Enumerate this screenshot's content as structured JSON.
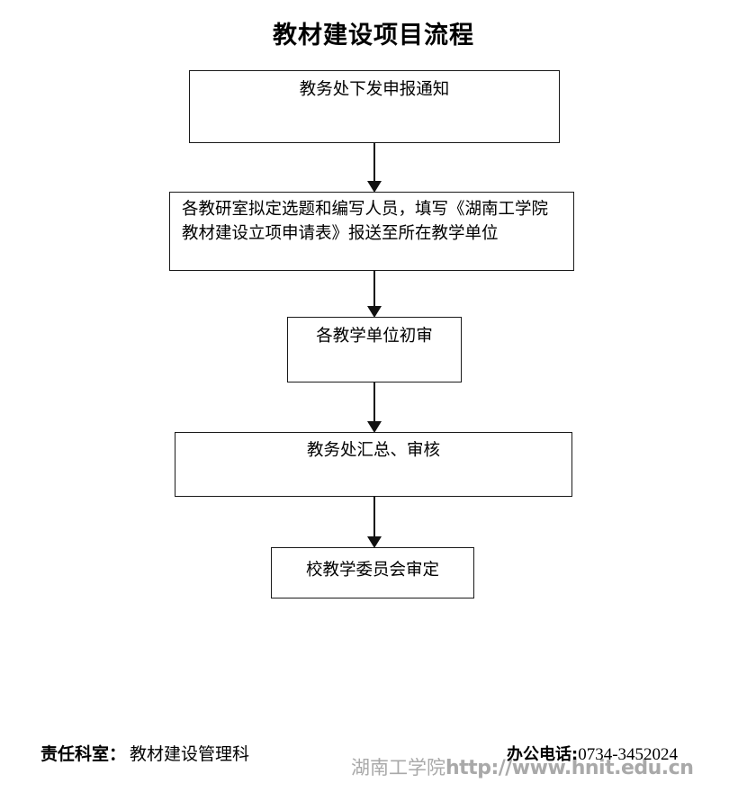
{
  "document": {
    "title": "教材建设项目流程"
  },
  "flowchart": {
    "type": "flowchart",
    "orientation": "top-to-bottom",
    "steps": [
      {
        "id": "step-1",
        "text": "教务处下发申报通知",
        "align": "center"
      },
      {
        "id": "step-2",
        "text": "各教研室拟定选题和编写人员，填写《湖南工学院\n教材建设立项申请表》报送至所在教学单位",
        "align": "left"
      },
      {
        "id": "step-3",
        "text": "各教学单位初审",
        "align": "center"
      },
      {
        "id": "step-4",
        "text": "教务处汇总、审核",
        "align": "center"
      },
      {
        "id": "step-5",
        "text": "校教学委员会审定",
        "align": "center"
      }
    ],
    "connectors": [
      {
        "id": "conn-1",
        "from": "step-1",
        "to": "step-2",
        "icon": "down-arrow-icon"
      },
      {
        "id": "conn-2",
        "from": "step-2",
        "to": "step-3",
        "icon": "down-arrow-icon"
      },
      {
        "id": "conn-3",
        "from": "step-3",
        "to": "step-4",
        "icon": "down-arrow-icon"
      },
      {
        "id": "conn-4",
        "from": "step-4",
        "to": "step-5",
        "icon": "down-arrow-icon"
      }
    ],
    "colors": {
      "box_border": "#1a1a1a",
      "box_fill": "#ffffff",
      "arrow": "#111111",
      "text": "#000000"
    }
  },
  "footer": {
    "responsible_office_label": "责任科室：",
    "responsible_office_value": "教材建设管理科",
    "phone_label": "办公电话:",
    "phone_value": "0734-3452024"
  },
  "watermark": {
    "institution": "湖南工学院",
    "url": "http://www.hnit.edu.cn",
    "color": "#a9a9a9"
  }
}
